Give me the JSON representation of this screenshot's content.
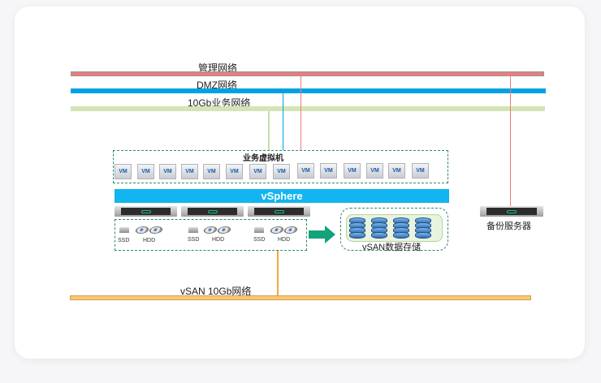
{
  "networks": {
    "mgmt": {
      "label": "管理网络",
      "color": "#ef7b78"
    },
    "dmz": {
      "label": "DMZ网络",
      "color": "#00a2e3"
    },
    "biz": {
      "label": "10Gb业务网络",
      "color": "#d3e5b4"
    },
    "vsan": {
      "label": "vSAN 10Gb网络",
      "color": "#ffc66e"
    }
  },
  "vm_group": {
    "title": "业务虚拟机",
    "vms": [
      "VM",
      "VM",
      "VM",
      "VM",
      "VM",
      "VM",
      "VM",
      "VM",
      "VM",
      "VM",
      "VM",
      "VM",
      "VM",
      "VM"
    ]
  },
  "hypervisor": {
    "label": "vSphere",
    "color": "#12b5ef"
  },
  "hosts": [
    {
      "ssd_label": "SSD",
      "hdd_label": "HDD"
    },
    {
      "ssd_label": "SSD",
      "hdd_label": "HDD"
    },
    {
      "ssd_label": "SSD",
      "hdd_label": "HDD"
    }
  ],
  "vsan_storage": {
    "label": "vSAN数据存储",
    "arrow_color": "#13a27a"
  },
  "backup_server": {
    "label": "备份服务器"
  }
}
